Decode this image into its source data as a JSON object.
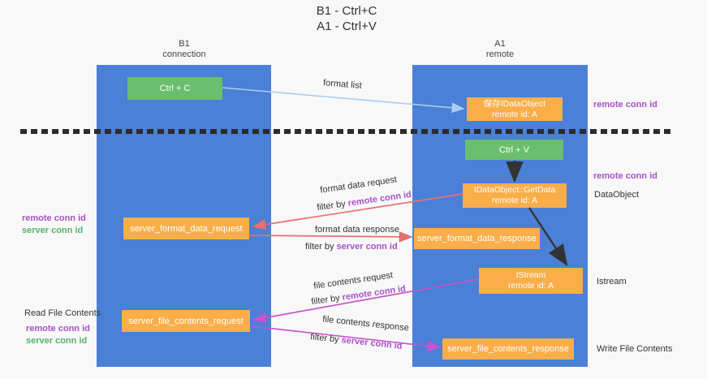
{
  "title": {
    "line1": "B1 - Ctrl+C",
    "line2": "A1 - Ctrl+V"
  },
  "columns": {
    "left": {
      "name": "B1",
      "role": "connection"
    },
    "right": {
      "name": "A1",
      "role": "remote"
    }
  },
  "nodes": {
    "ctrl_c": "Ctrl + C",
    "ctrl_v": "Ctrl + V",
    "save_dataobject": {
      "line1": "保存IDataObject",
      "line2": "remote id: A"
    },
    "getdata": {
      "line1": "IDataObject::GetData",
      "line2": "remote id: A"
    },
    "istream": {
      "line1": "IStream",
      "line2": "remote id: A"
    },
    "format_request": "server_format_data_request",
    "format_response": "server_format_data_response",
    "file_request": "server_file_contents_request",
    "file_response": "server_file_contents_response"
  },
  "arrow_labels": {
    "format_list": "format list",
    "format_data_request": "format data request",
    "format_data_response": "format data response",
    "file_contents_request": "file contents request",
    "file_contents_response": "file contents response",
    "filter_by": "filter by "
  },
  "annotations": {
    "remote_conn_id": "remote conn id",
    "server_conn_id": "server conn id",
    "dataobject": "DataObject",
    "istream": "Istream",
    "read_file_contents": "Read File Contents",
    "write_file_contents": "Write File Contents"
  },
  "colors": {
    "background": "#f8f8f8",
    "column_blue": "#4a80d6",
    "green_box": "#6abe6e",
    "orange_box": "#f9ae49",
    "purple_text": "#a851c8",
    "green_text": "#55b269",
    "salmon_arrow": "#e5706f",
    "magenta_arrow": "#c853cd",
    "lightblue_arrow": "#a7cdf1",
    "dashed_divider": "#2b2b2b"
  }
}
